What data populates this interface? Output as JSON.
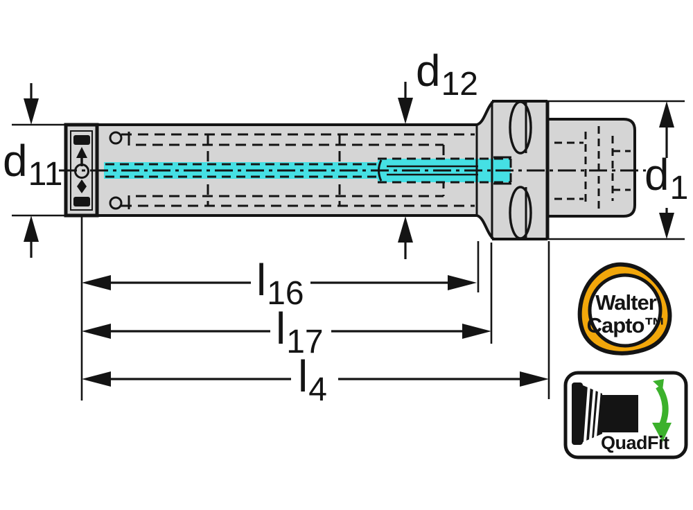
{
  "diagram": {
    "title": "tool-holder-technical-drawing",
    "colors": {
      "background": "#ffffff",
      "part_fill": "#d5d5d5",
      "line": "#141414",
      "coolant_cyan": "#45e0e4",
      "logo_orange": "#f2a70b",
      "quadfit_green": "#3cb12c"
    },
    "dimensions": {
      "d12": {
        "base": "d",
        "sub": "12"
      },
      "d11": {
        "base": "d",
        "sub": "11"
      },
      "d1": {
        "base": "d",
        "sub": "1"
      },
      "l16": {
        "base": "l",
        "sub": "16"
      },
      "l17": {
        "base": "l",
        "sub": "17"
      },
      "l4": {
        "base": "l",
        "sub": "4"
      }
    }
  },
  "badges": {
    "walter_capto": {
      "line1": "Walter",
      "line2": "Capto™"
    },
    "quadfit": {
      "label": "QuadFit"
    }
  }
}
